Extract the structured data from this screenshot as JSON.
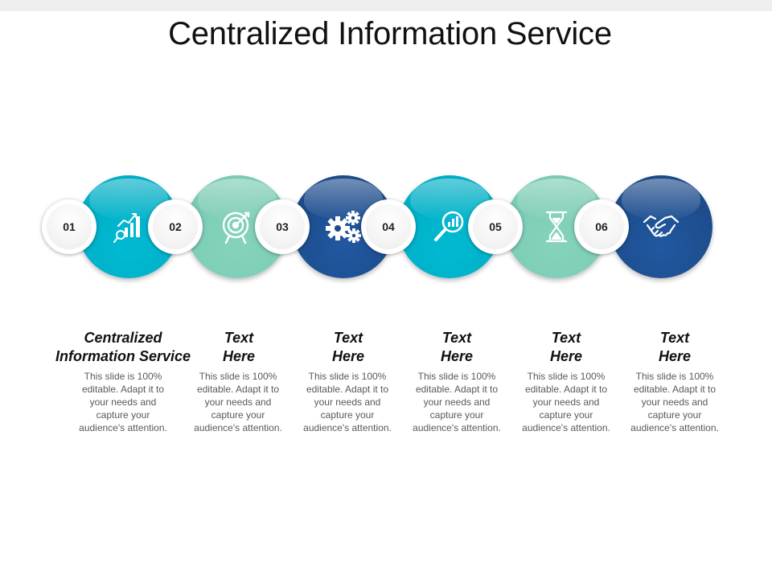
{
  "title": "Centralized Information Service",
  "colors": {
    "teal": "#00b2c9",
    "mint": "#7ecdb6",
    "navy": "#1d4b87",
    "topbar": "#efefef"
  },
  "steps": [
    {
      "number": "01",
      "icon": "chart-magnifier-icon",
      "heading": [
        "Centralized",
        "Information Service"
      ],
      "desc": [
        "This slide is 100%",
        "editable. Adapt it to",
        "your needs and",
        "capture your",
        "audience's attention."
      ]
    },
    {
      "number": "02",
      "icon": "target-icon",
      "heading": [
        "Text",
        "Here"
      ],
      "desc": [
        "This slide is 100%",
        "editable. Adapt it to",
        "your needs and",
        "capture your",
        "audience's attention."
      ]
    },
    {
      "number": "03",
      "icon": "gears-icon",
      "heading": [
        "Text",
        "Here"
      ],
      "desc": [
        "This slide is 100%",
        "editable. Adapt it to",
        "your needs and",
        "capture your",
        "audience's attention."
      ]
    },
    {
      "number": "04",
      "icon": "search-chart-icon",
      "heading": [
        "Text",
        "Here"
      ],
      "desc": [
        "This slide is 100%",
        "editable. Adapt it to",
        "your needs and",
        "capture your",
        "audience's attention."
      ]
    },
    {
      "number": "05",
      "icon": "hourglass-icon",
      "heading": [
        "Text",
        "Here"
      ],
      "desc": [
        "This slide is 100%",
        "editable. Adapt it to",
        "your needs and",
        "capture your",
        "audience's attention."
      ]
    },
    {
      "number": "06",
      "icon": "handshake-icon",
      "heading": [
        "Text",
        "Here"
      ],
      "desc": [
        "This slide is 100%",
        "editable. Adapt it to",
        "your needs and",
        "capture your",
        "audience's attention."
      ]
    }
  ]
}
